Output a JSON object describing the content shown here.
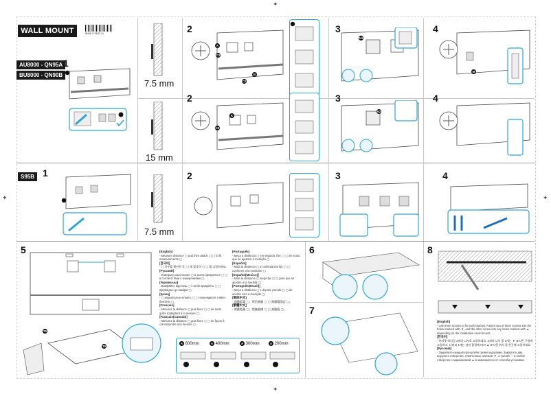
{
  "header": {
    "title": "WALL MOUNT",
    "barcode_number": "BN68-17983C-01"
  },
  "models": {
    "group1_line1": "AU8000 - QN95A",
    "group1_line2": "BU8000 - QN90B",
    "group2": "S95B"
  },
  "steps": {
    "s1": "1",
    "s2": "2",
    "s3": "3",
    "s4": "4",
    "s5": "5",
    "s6": "6",
    "s7": "7",
    "s8": "8"
  },
  "spacers": {
    "a": "7.5 mm",
    "b": "15 mm",
    "c": "7.5 mm"
  },
  "part_labels": {
    "A": "A",
    "C2": "C2",
    "B": "B",
    "K": "K",
    "C3": "C3",
    "N1": "N1",
    "N2": "N2",
    "N3": "N3",
    "M": "M",
    "J": "J",
    "T5": "T5",
    "T6": "T6",
    "C5": "C5"
  },
  "step5_text": [
    {
      "lang": "[English]",
      "text": "- Measure distance ▢ and then attach ▢ ▢ to fit measurements ▢."
    },
    {
      "lang": "[한국어]",
      "text": "- ▢ 치수를 확인한 후, ▢ 에 맞추어 ▢ ▢ 를 고정하세요."
    },
    {
      "lang": "[Русский]",
      "text": "- Измерьте расстояние ▢ и затем прикрепите ▢ ▢ в соответствии с измерениями ▢."
    },
    {
      "lang": "[Українська]",
      "text": "- Виміряйте відстань ▢ і потім прикріпіть ▢ ▢ відповідно до вимірів ▢."
    },
    {
      "lang": "[Қазақ]",
      "text": "- ▢ қашықтығын өлшеп, ▢ ▢ өлшемдерге сәйкес бекітіңіз ▢."
    },
    {
      "lang": "[Français]",
      "text": "- Mesurez la distance ▢ puis fixez ▢ ▢ de sorte qu'ils s'adaptent à la mesure ▢."
    },
    {
      "lang": "[Français(Canada)]",
      "text": "- Mesurez la distance ▢ puis fixez ▢ ▢ de façon à correspondre à la mesure ▢."
    }
  ],
  "step5_text_right": [
    {
      "lang": "[Português]",
      "text": "- Meça a distância ▢ em seguida, fixe ▢ ▢ de modo que se ajustem à medição ▢."
    },
    {
      "lang": "[Español]",
      "text": "- Mida la distancia ▢ a continuación fije ▢ ▢ conforme a la medición ▢."
    },
    {
      "lang": "[Español(Mexico)]",
      "text": "- Mida la distancia ▢ luego fije ▢ ▢ para que se ajusten a la medida ▢."
    },
    {
      "lang": "[Português(Brasil)]",
      "text": "- Meça a distância ▢ e depois, prenda ▢ ▢ de acordo com a medição ▢."
    },
    {
      "lang": "[简体中文]",
      "text": "- 测量距离 ▢，然后根据 ▢ ▢ 测量值固定 ▢。"
    },
    {
      "lang": "[繁體中文]",
      "text": "- 測量距離 ▢，然後根據 ▢ ▢ 測量值 ▢。"
    }
  ],
  "vesa_options": [
    {
      "letter": "A",
      "size": "600mm"
    },
    {
      "letter": "A",
      "size": "400mm"
    },
    {
      "letter": "A",
      "size": "300mm"
    },
    {
      "letter": "A",
      "size": "200mm"
    }
  ],
  "step8_text": [
    {
      "lang": "[English]",
      "text": "- Use three screws to fix each bracket. Fasten two of three screws into the holes marked with ▼, and the other screw into any holes marked with ▲ depending on the installation environment."
    },
    {
      "lang": "[한국어]",
      "text": "- 브라켓 하나당 3개의 나사로 고정하세요. 3개의 나사 중 2개는 ▼ 표시된 구멍에 고정하고, 나머지 1개는 설치 환경에 따라 ▲ 표시된 위치 중 한곳에 고정하세요."
    },
    {
      "lang": "[Русский]",
      "text": "- Закрепите каждый кронштейн тремя шурупами. Закрутите два шурупа в отверстия, отмеченные значком ▼, а третий — в любое отверстие с маркировкой ▲ в зависимости от способа установки."
    }
  ]
}
